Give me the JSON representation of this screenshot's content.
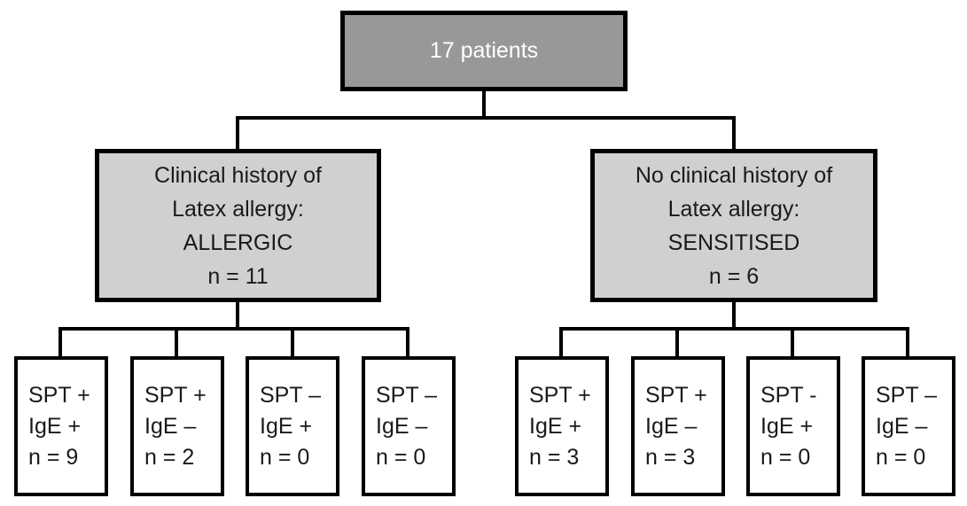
{
  "figure": {
    "root": {
      "label": "17 patients"
    },
    "branches": [
      {
        "lines": [
          "Clinical history of",
          "Latex allergy:",
          "ALLERGIC",
          "n = 11"
        ]
      },
      {
        "lines": [
          "No clinical history of",
          "Latex allergy:",
          "SENSITISED",
          "n = 6"
        ]
      }
    ],
    "leaves": [
      {
        "lines": [
          "SPT +",
          "IgE +",
          "n = 9"
        ]
      },
      {
        "lines": [
          "SPT +",
          "IgE –",
          "n = 2"
        ]
      },
      {
        "lines": [
          "SPT –",
          "IgE +",
          "n = 0"
        ]
      },
      {
        "lines": [
          "SPT –",
          "IgE –",
          "n = 0"
        ]
      },
      {
        "lines": [
          "SPT +",
          "IgE +",
          "n = 3"
        ]
      },
      {
        "lines": [
          "SPT +",
          "IgE –",
          "n = 3"
        ]
      },
      {
        "lines": [
          "SPT -",
          "IgE +",
          "n = 0"
        ]
      },
      {
        "lines": [
          "SPT –",
          "IgE –",
          "n = 0"
        ]
      }
    ],
    "colors": {
      "root_fill": "#989898",
      "branch_fill": "#d0d0d0",
      "leaf_fill": "#ffffff",
      "border": "#000000",
      "root_text": "#ffffff",
      "text": "#1a1a1a"
    }
  }
}
